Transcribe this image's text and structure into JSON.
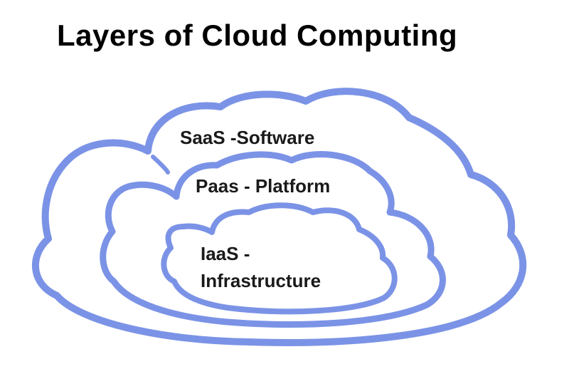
{
  "title": "Layers of Cloud Computing",
  "colors": {
    "cloud_stroke": "#7b93e6",
    "text": "#1a1a1a",
    "background": "#ffffff"
  },
  "layers": [
    {
      "lines": [
        "SaaS -Software"
      ]
    },
    {
      "lines": [
        "Paas - Platform"
      ]
    },
    {
      "lines": [
        "IaaS -",
        "Infrastructure"
      ]
    }
  ]
}
